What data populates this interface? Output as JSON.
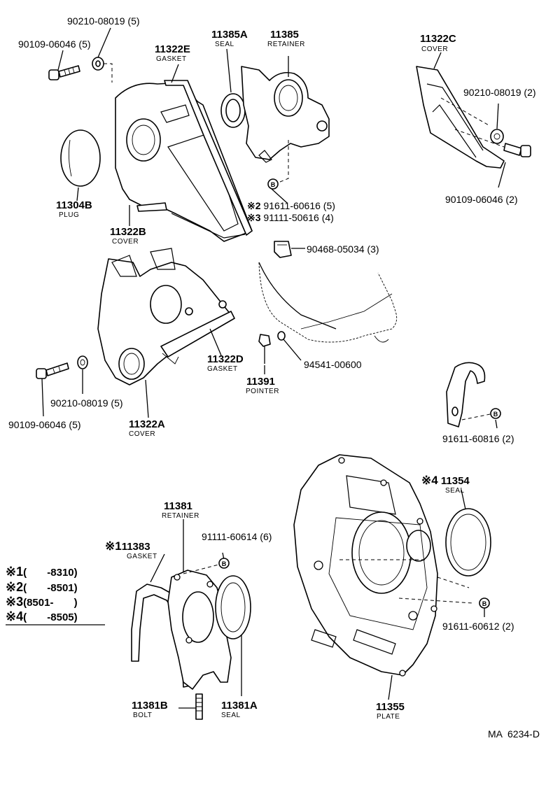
{
  "parts": {
    "p1": {
      "number": "90210-08019",
      "qty": "(5)"
    },
    "p2": {
      "number": "90109-06046",
      "qty": "(5)"
    },
    "p3": {
      "number": "11322E",
      "name": "GASKET"
    },
    "p4": {
      "number": "11385A",
      "name": "SEAL"
    },
    "p5": {
      "number": "11385",
      "name": "RETAINER"
    },
    "p6": {
      "number": "11322C",
      "name": "COVER"
    },
    "p7": {
      "number": "90210-08019",
      "qty": "(2)"
    },
    "p8": {
      "number": "90109-06046",
      "qty": "(2)"
    },
    "p9": {
      "number": "11304B",
      "name": "PLUG"
    },
    "p10": {
      "number": "11322B",
      "name": "COVER"
    },
    "p11": {
      "mark": "※2",
      "number": "91611-60616",
      "qty": "(5)"
    },
    "p12": {
      "mark": "※3",
      "number": "91111-50616",
      "qty": "(4)"
    },
    "p13": {
      "number": "90468-05034",
      "qty": "(3)"
    },
    "p14": {
      "number": "11322D",
      "name": "GASKET"
    },
    "p15": {
      "number": "94541-00600"
    },
    "p16": {
      "number": "11391",
      "name": "POINTER"
    },
    "p17": {
      "number": "90109-06046",
      "qty": "(5)"
    },
    "p18": {
      "number": "90210-08019",
      "qty": "(5)"
    },
    "p19": {
      "number": "11322A",
      "name": "COVER"
    },
    "p20": {
      "number": "91611-60816",
      "qty": "(2)"
    },
    "p21": {
      "mark": "※4",
      "number": "11354",
      "name": "SEAL"
    },
    "p22": {
      "number": "11381",
      "name": "RETAINER"
    },
    "p23": {
      "number": "91111-60614",
      "qty": "(6)"
    },
    "p24": {
      "mark": "※1",
      "number": "11383",
      "name": "GASKET"
    },
    "p25": {
      "number": "91611-60612",
      "qty": "(2)"
    },
    "p26": {
      "number": "11381B",
      "name": "BOLT"
    },
    "p27": {
      "number": "11381A",
      "name": "SEAL"
    },
    "p28": {
      "number": "11355",
      "name": "PLATE"
    }
  },
  "ref_mark": "B",
  "legend": [
    {
      "mark": "※1",
      "range": "(       -8310)"
    },
    {
      "mark": "※2",
      "range": "(       -8501)"
    },
    {
      "mark": "※3",
      "range": "(8501-       )"
    },
    {
      "mark": "※4",
      "range": "(       -8505)"
    }
  ],
  "diagram_code": "MA  6234-D"
}
